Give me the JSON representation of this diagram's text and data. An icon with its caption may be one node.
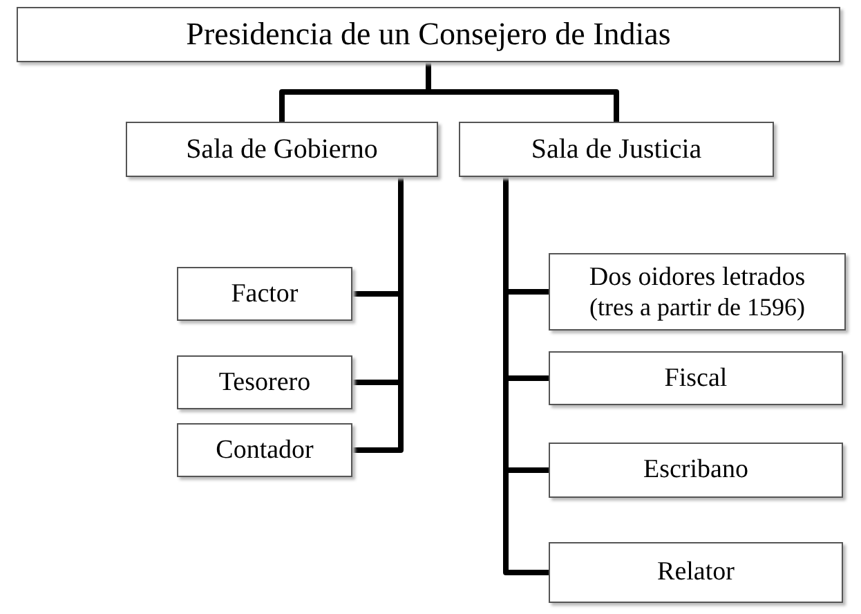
{
  "diagram": {
    "nodes": [
      {
        "text": [
          "Presidencia de un Consejero de Indias"
        ]
      },
      {
        "text": [
          "Sala de Gobierno"
        ]
      },
      {
        "text": [
          "Sala de Justicia"
        ]
      },
      {
        "text": [
          "Factor"
        ]
      },
      {
        "text": [
          "Tesorero"
        ]
      },
      {
        "text": [
          "Contador"
        ]
      },
      {
        "text": [
          "Dos oidores letrados",
          "(tres a partir de 1596)"
        ]
      },
      {
        "text": [
          "Fiscal"
        ]
      },
      {
        "text": [
          "Escribano"
        ]
      },
      {
        "text": [
          "Relator"
        ]
      }
    ],
    "edges": [
      {
        "from": 0,
        "to": 1,
        "arrow": "none"
      },
      {
        "from": 0,
        "to": 2,
        "arrow": "none"
      },
      {
        "from": 1,
        "to": 3,
        "arrow": "none"
      },
      {
        "from": 1,
        "to": 4,
        "arrow": "none"
      },
      {
        "from": 1,
        "to": 5,
        "arrow": "none"
      },
      {
        "from": 2,
        "to": 6,
        "arrow": "none"
      },
      {
        "from": 2,
        "to": 7,
        "arrow": "none"
      },
      {
        "from": 2,
        "to": 8,
        "arrow": "none"
      },
      {
        "from": 2,
        "to": 9,
        "arrow": "none"
      }
    ]
  }
}
